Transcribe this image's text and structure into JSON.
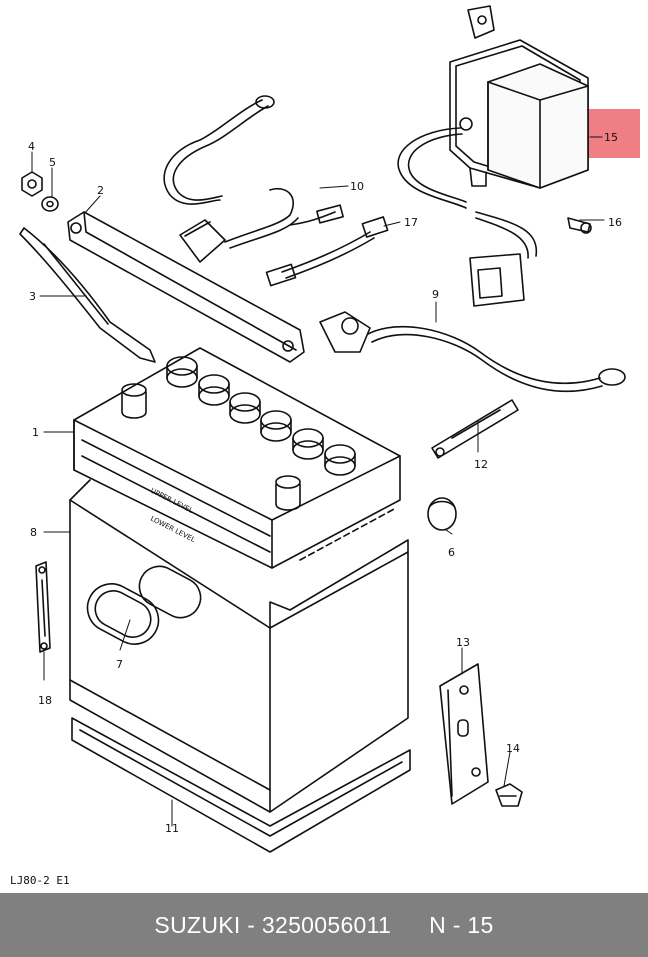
{
  "callouts": {
    "c1": "1",
    "c2": "2",
    "c3": "3",
    "c4": "4",
    "c5": "5",
    "c6": "6",
    "c7": "7",
    "c8": "8",
    "c9": "9",
    "c10": "10",
    "c11": "11",
    "c12": "12",
    "c13": "13",
    "c14": "14",
    "c15": "15",
    "c16": "16",
    "c17": "17",
    "c18": "18"
  },
  "battery_labels": {
    "upper": "UPPER LEVEL",
    "lower": "LOWER LEVEL"
  },
  "diagram_code": "LJ80-2  E1",
  "footer": {
    "brand_part": "SUZUKI - 3250056011",
    "ref": "N - 15"
  },
  "colors": {
    "highlight": "#f07f85",
    "footer_bg": "#808080",
    "line": "#111111"
  }
}
